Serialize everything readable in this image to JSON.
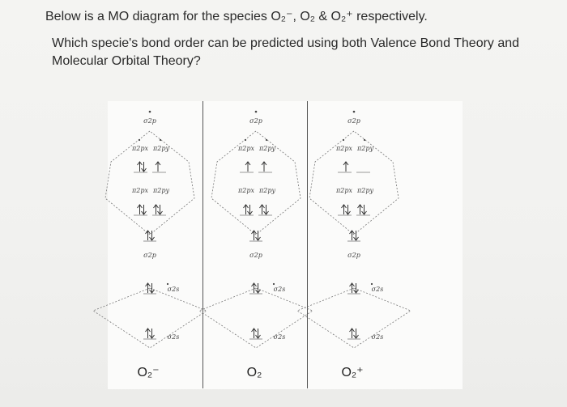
{
  "question": {
    "line1_prefix": "Below is a MO diagram for the species O",
    "line1_full": "Below is a MO diagram for the species O₂⁻, O₂ & O₂⁺ respectively.",
    "line2a": "Which specie's bond order can be predicted using both Valence Bond Theory and",
    "line2b": "Molecular Orbital Theory?"
  },
  "labels": {
    "sigma2p_star": "σ2p",
    "pi2px_star": "π2px",
    "pi2py_star": "π2py",
    "pi2px": "π2px",
    "pi2py": "π2py",
    "sigma2p": "σ2p",
    "sigma2s_star": "σ2s",
    "sigma2s": "σ2s"
  },
  "diagrams": [
    {
      "species": "O₂⁻",
      "pi_star_electrons": [
        2,
        1
      ]
    },
    {
      "species": "O₂",
      "pi_star_electrons": [
        1,
        1
      ]
    },
    {
      "species": "O₂⁺",
      "pi_star_electrons": [
        1,
        0
      ]
    }
  ]
}
